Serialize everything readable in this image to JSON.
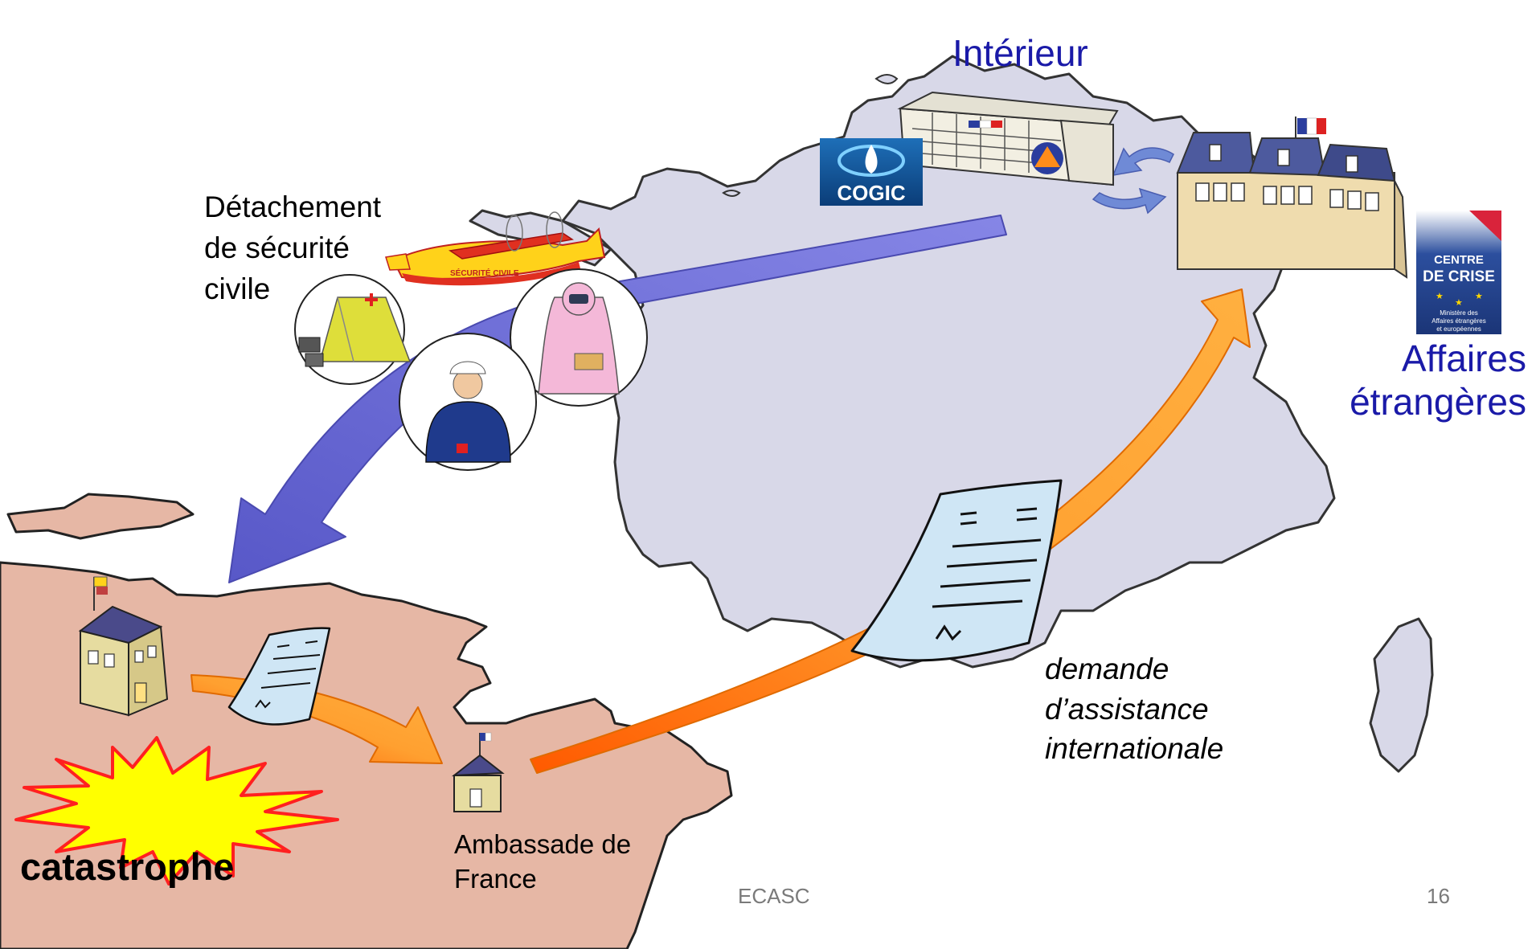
{
  "labels": {
    "interior": "Intérieur",
    "foreign_affairs_line1": "Affaires",
    "foreign_affairs_line2": "étrangères",
    "detachment_line1": "Détachement",
    "detachment_line2": "de sécurité",
    "detachment_line3": "civile",
    "request_line1": "demande",
    "request_line2": "d’assistance",
    "request_line3": "internationale",
    "embassy_line1": "Ambassade de",
    "embassy_line2": "France",
    "catastrophe": "catastrophe"
  },
  "logos": {
    "cogic": "COGIC",
    "centre_crise_line1": "CENTRE",
    "centre_crise_line2": "DE CRISE",
    "centre_crise_sub1": "Ministère des",
    "centre_crise_sub2": "Affaires étrangères",
    "centre_crise_sub3": "et européennes",
    "plane_text": "SÉCURITÉ CIVILE"
  },
  "footer": {
    "center": "ECASC",
    "page": "16"
  },
  "colors": {
    "france": "#d8d8e8",
    "foreign_land": "#e6b7a5",
    "blue_arrow": "#6f6fd6",
    "orange_arrow": "#ff9a1f",
    "label_blue": "#1a1aa8",
    "explosion": "#ffff00",
    "explosion_outline": "#ff2020"
  }
}
